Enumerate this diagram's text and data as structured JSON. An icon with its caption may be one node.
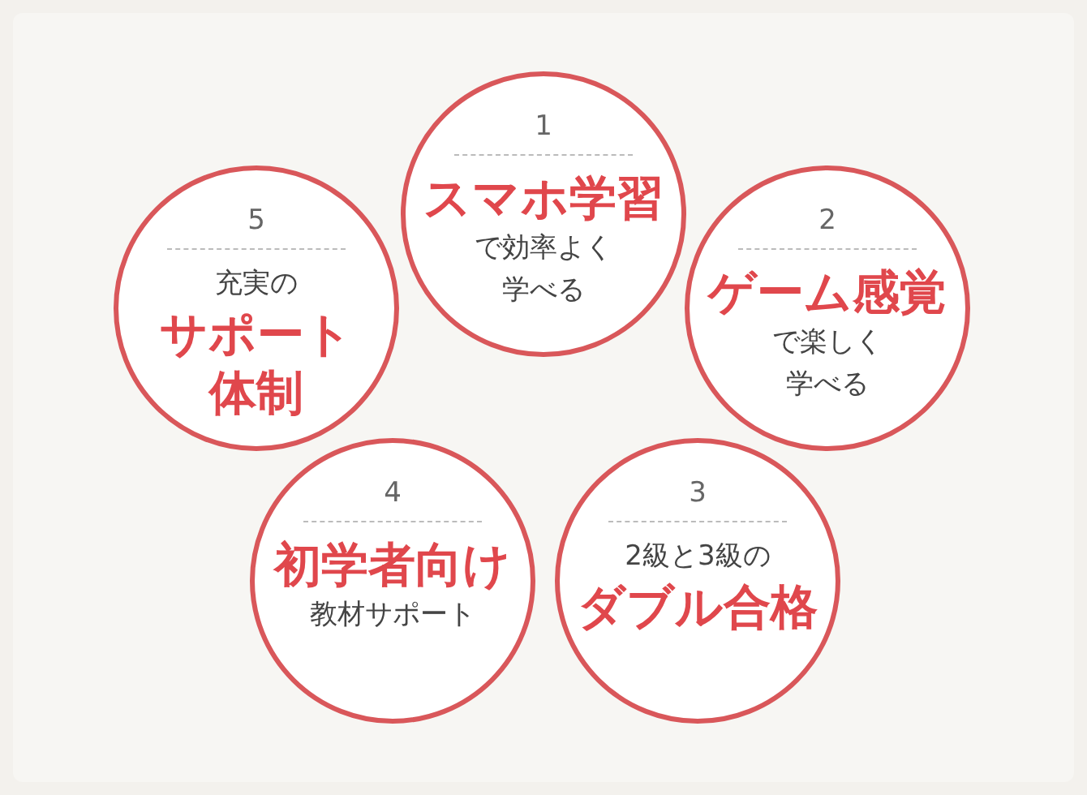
{
  "diagram": {
    "nodes": [
      {
        "text": [
          "1",
          "スマホ学習",
          "で効率よく学べる"
        ]
      },
      {
        "text": [
          "2",
          "ゲーム感覚",
          "で楽しく学べる"
        ]
      },
      {
        "text": [
          "3",
          "2級と3級の",
          "ダブル合格"
        ]
      },
      {
        "text": [
          "4",
          "初学者向け",
          "教材サポート"
        ]
      },
      {
        "text": [
          "5",
          "充実の",
          "サポート体制"
        ]
      }
    ]
  }
}
